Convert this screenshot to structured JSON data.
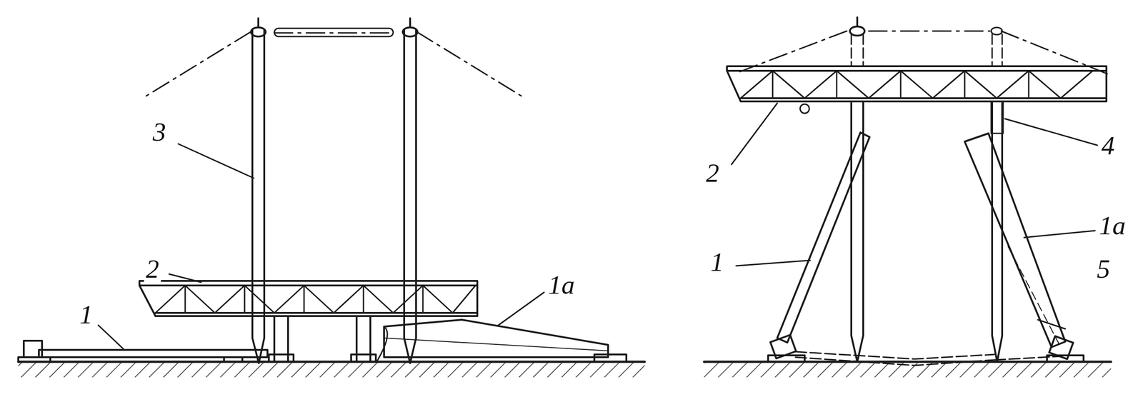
{
  "diagram": {
    "labels": [
      "3",
      "2",
      "1",
      "1a",
      "2",
      "4",
      "1",
      "1a",
      "5"
    ]
  }
}
